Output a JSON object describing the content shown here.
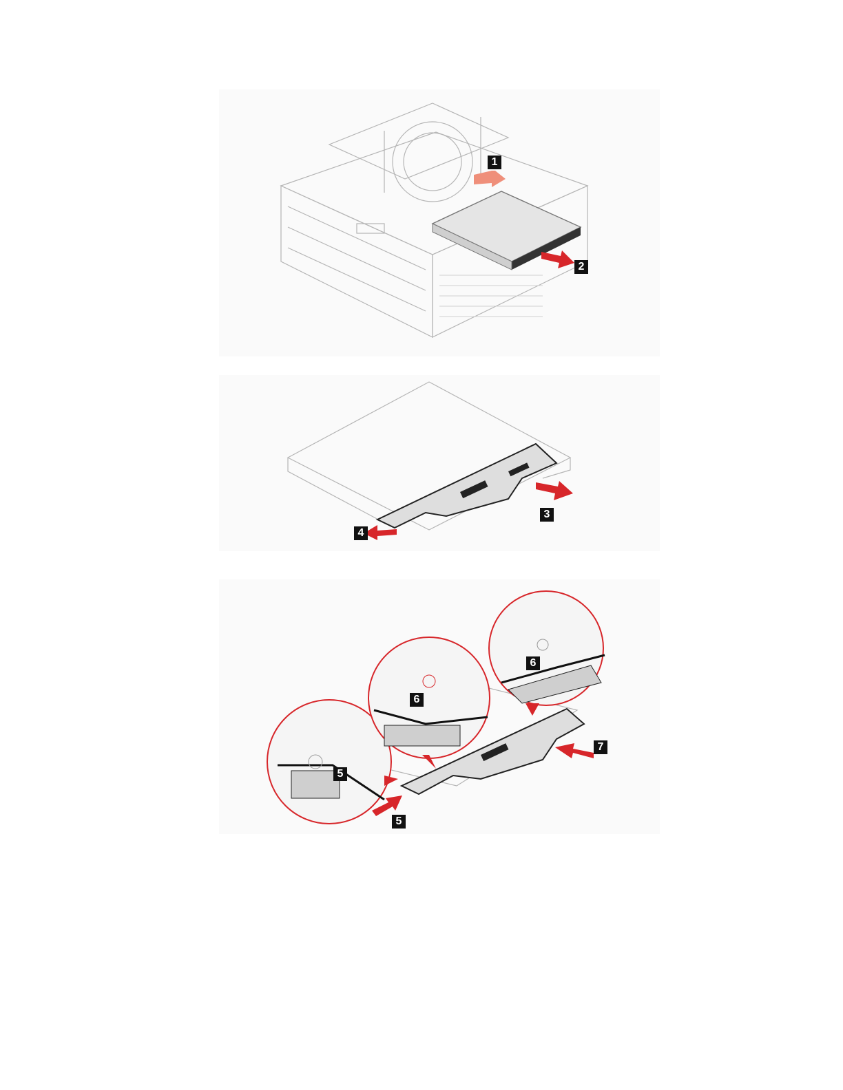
{
  "figures": [
    {
      "callouts": [
        "1",
        "2"
      ]
    },
    {
      "callouts": [
        "3",
        "4"
      ]
    },
    {
      "callouts": [
        "5",
        "6",
        "6",
        "5",
        "7"
      ]
    }
  ],
  "colors": {
    "arrow": "#d7262a",
    "arrow_light": "#ef8f7a",
    "line": "#333333",
    "detail_ring": "#d7262a"
  }
}
